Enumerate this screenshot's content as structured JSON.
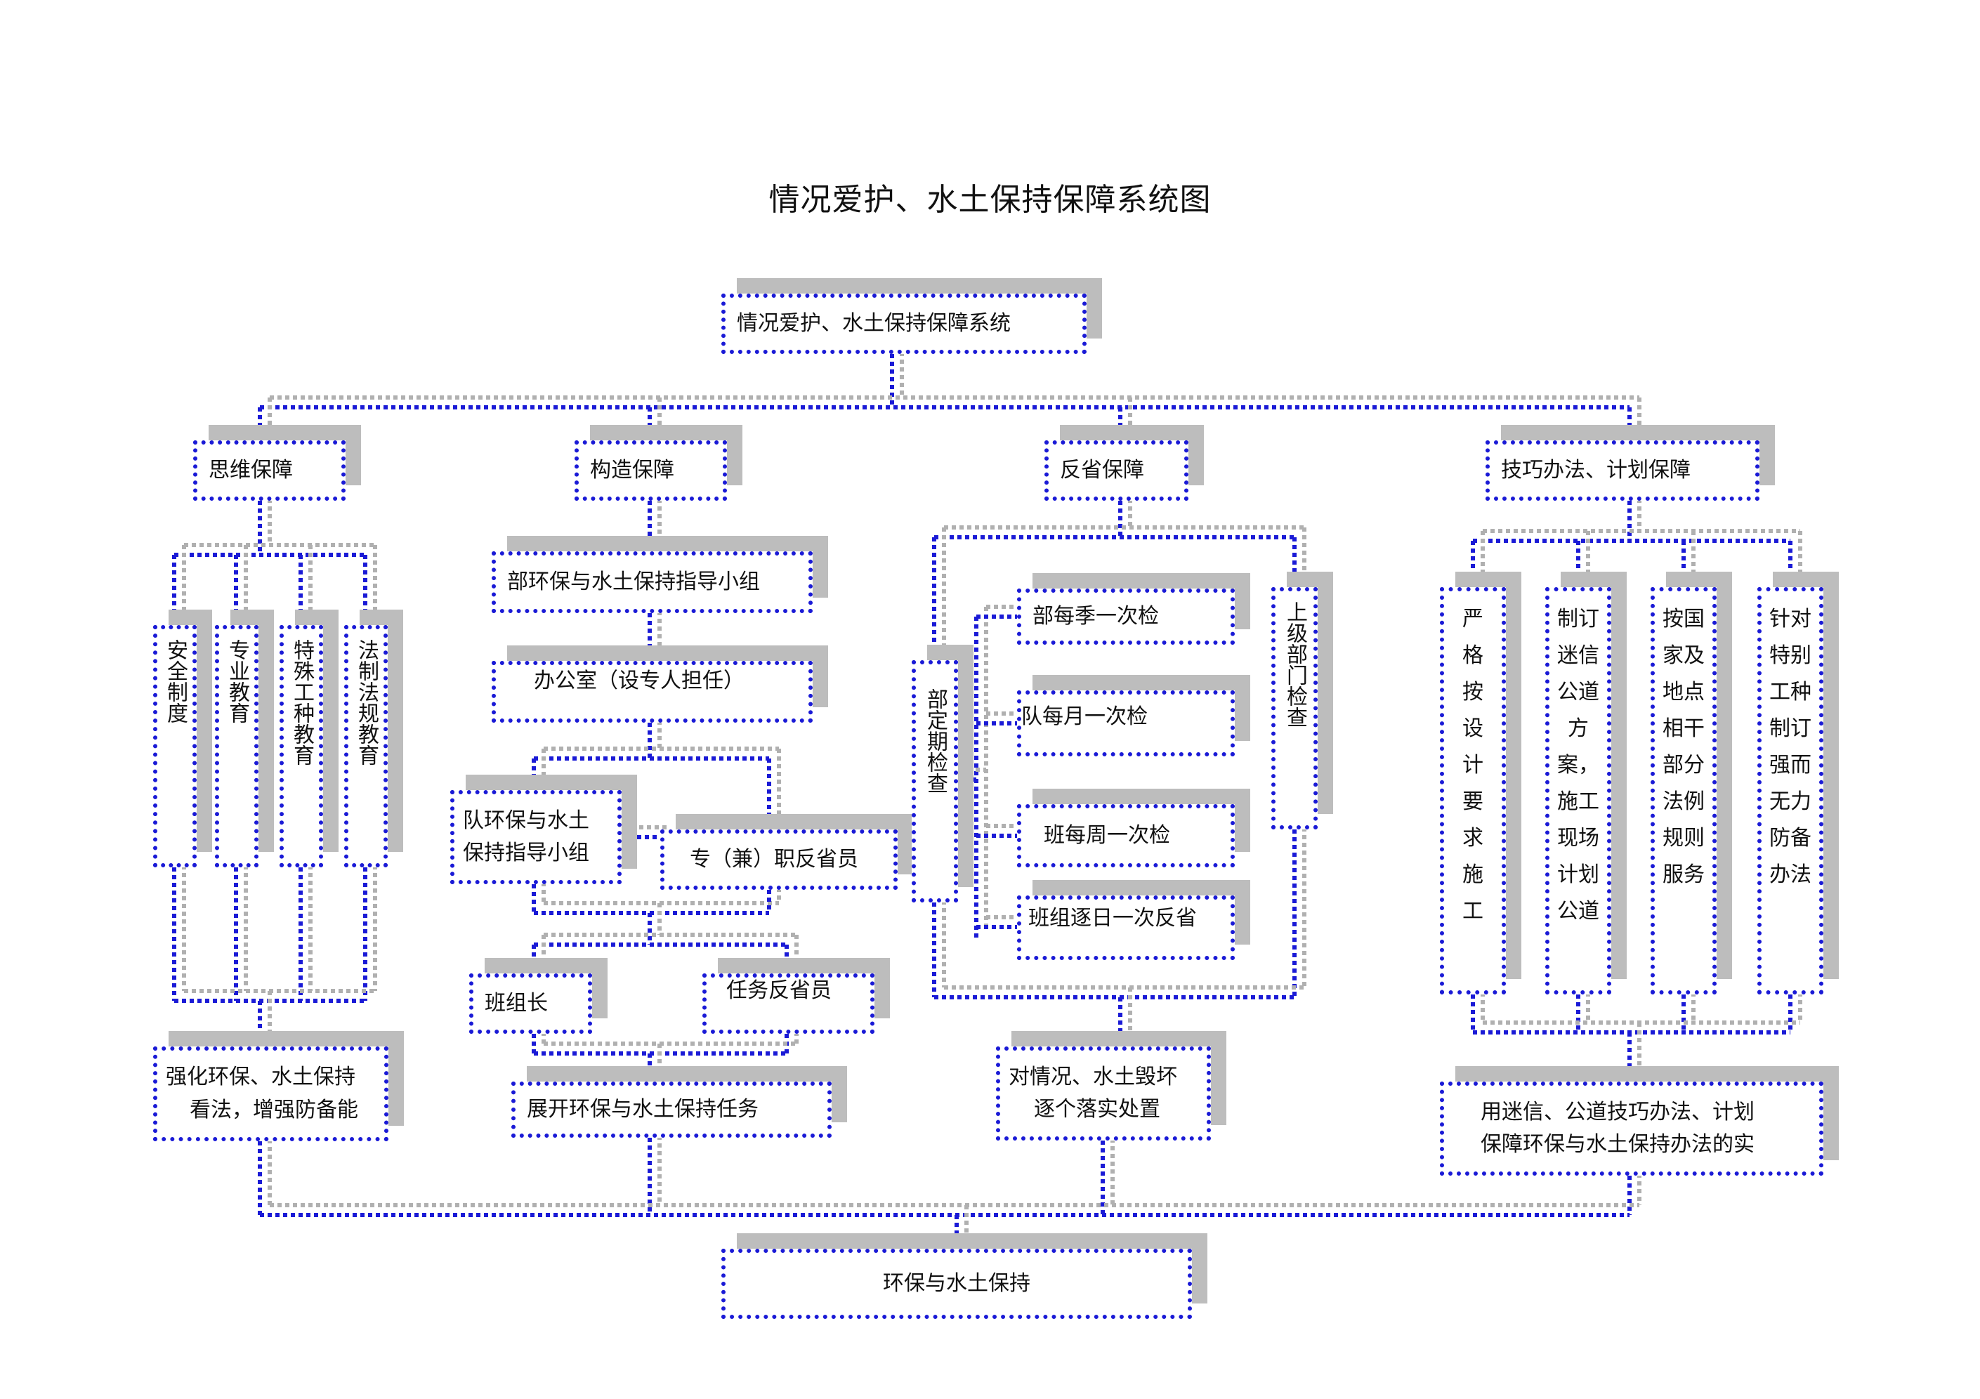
{
  "page_title": "情况爱护、水土保持保障系统图",
  "root": "情况爱护、水土保持保障系统",
  "branches": {
    "thinking": {
      "label": "思维保障",
      "items": [
        "安全制度",
        "专业教育",
        "特殊工种教育",
        "法制法规教育"
      ],
      "result": [
        "强化环保、水土保持",
        "看法，增强防备能"
      ]
    },
    "structure": {
      "label": "构造保障",
      "leading_group": "部环保与水土保持指导小组",
      "office": "办公室（设专人担任）",
      "team_group": [
        "队环保与水土",
        "保持指导小组"
      ],
      "inspector": "专（兼）职反省员",
      "squad_leader": "班组长",
      "task_inspector": "任务反省员",
      "result": "展开环保与水土保持任务"
    },
    "inspection": {
      "label": "反省保障",
      "periodic": "部定期检查",
      "checks": [
        "部每季一次检",
        "队每月一次检",
        "班每周一次检",
        "班组逐日一次反省"
      ],
      "superior": "上级部门检查",
      "result": [
        "对情况、水土毁坏",
        "逐个落实处置"
      ]
    },
    "technique": {
      "label": "技巧办法、计划保障",
      "items": [
        "严格按设计要求施工",
        "制订迷信公道方案，施工现场计划公道",
        "按国家及地点相干部分法例规则服务",
        "针对特别工种制订强而无力防备办法"
      ],
      "result": [
        "用迷信、公道技巧办法、计划",
        "保障环保与水土保持办法的实"
      ]
    }
  },
  "final": "环保与水土保持",
  "colors": {
    "border": "#1a1ad6",
    "shadow": "#bdbdbd",
    "connector_gray": "#b0b0b0",
    "connector_blue": "#1a1ad6"
  }
}
